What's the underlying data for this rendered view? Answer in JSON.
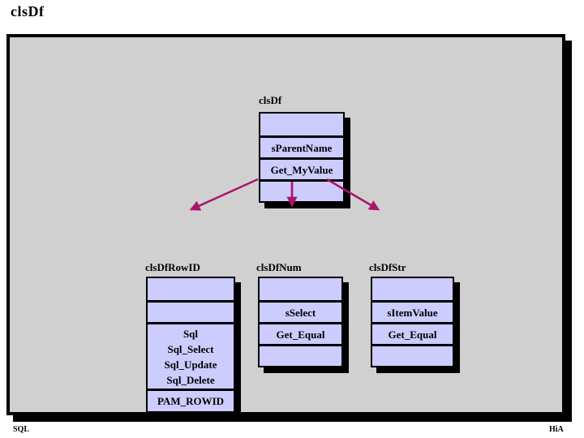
{
  "page": {
    "title": "clsDf",
    "footer_left": "SQL",
    "footer_right": "HiA"
  },
  "colors": {
    "slide_background": "#d0d0d0",
    "box_fill": "#ccccff",
    "border": "#000000",
    "arrow": "#aa1569"
  },
  "diagram": {
    "parent": {
      "title": "clsDf",
      "row2": "sParentName",
      "row3": "Get_MyValue"
    },
    "row_id": {
      "title": "clsDfRowID",
      "sql_lines": [
        "Sql",
        "Sql_Select",
        "Sql_Update",
        "Sql_Delete"
      ],
      "row4": "PAM_ROWID"
    },
    "num": {
      "title": "clsDfNum",
      "row2": "sSelect",
      "row3": "Get_Equal"
    },
    "str": {
      "title": "clsDfStr",
      "row2": "sItemValue",
      "row3": "Get_Equal"
    }
  }
}
